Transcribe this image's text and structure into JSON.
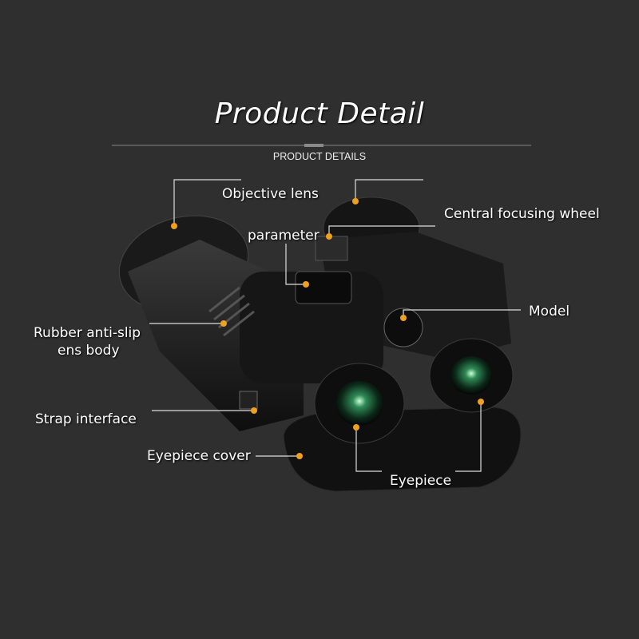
{
  "header": {
    "title": "Product Detail",
    "subtitle": "PRODUCT DETAILS"
  },
  "callouts": {
    "objective_lens": "Objective lens",
    "central_focusing_wheel": "Central focusing wheel",
    "parameter": "parameter",
    "model": "Model",
    "rubber_line1": "Rubber anti-slip",
    "rubber_line2": "ens body",
    "strap_interface": "Strap interface",
    "eyepiece_cover": "Eyepiece cover",
    "eyepiece": "Eyepiece"
  },
  "colors": {
    "background": "#2f2f2f",
    "accent_dot": "#f0a020",
    "line": "#dddddd"
  }
}
